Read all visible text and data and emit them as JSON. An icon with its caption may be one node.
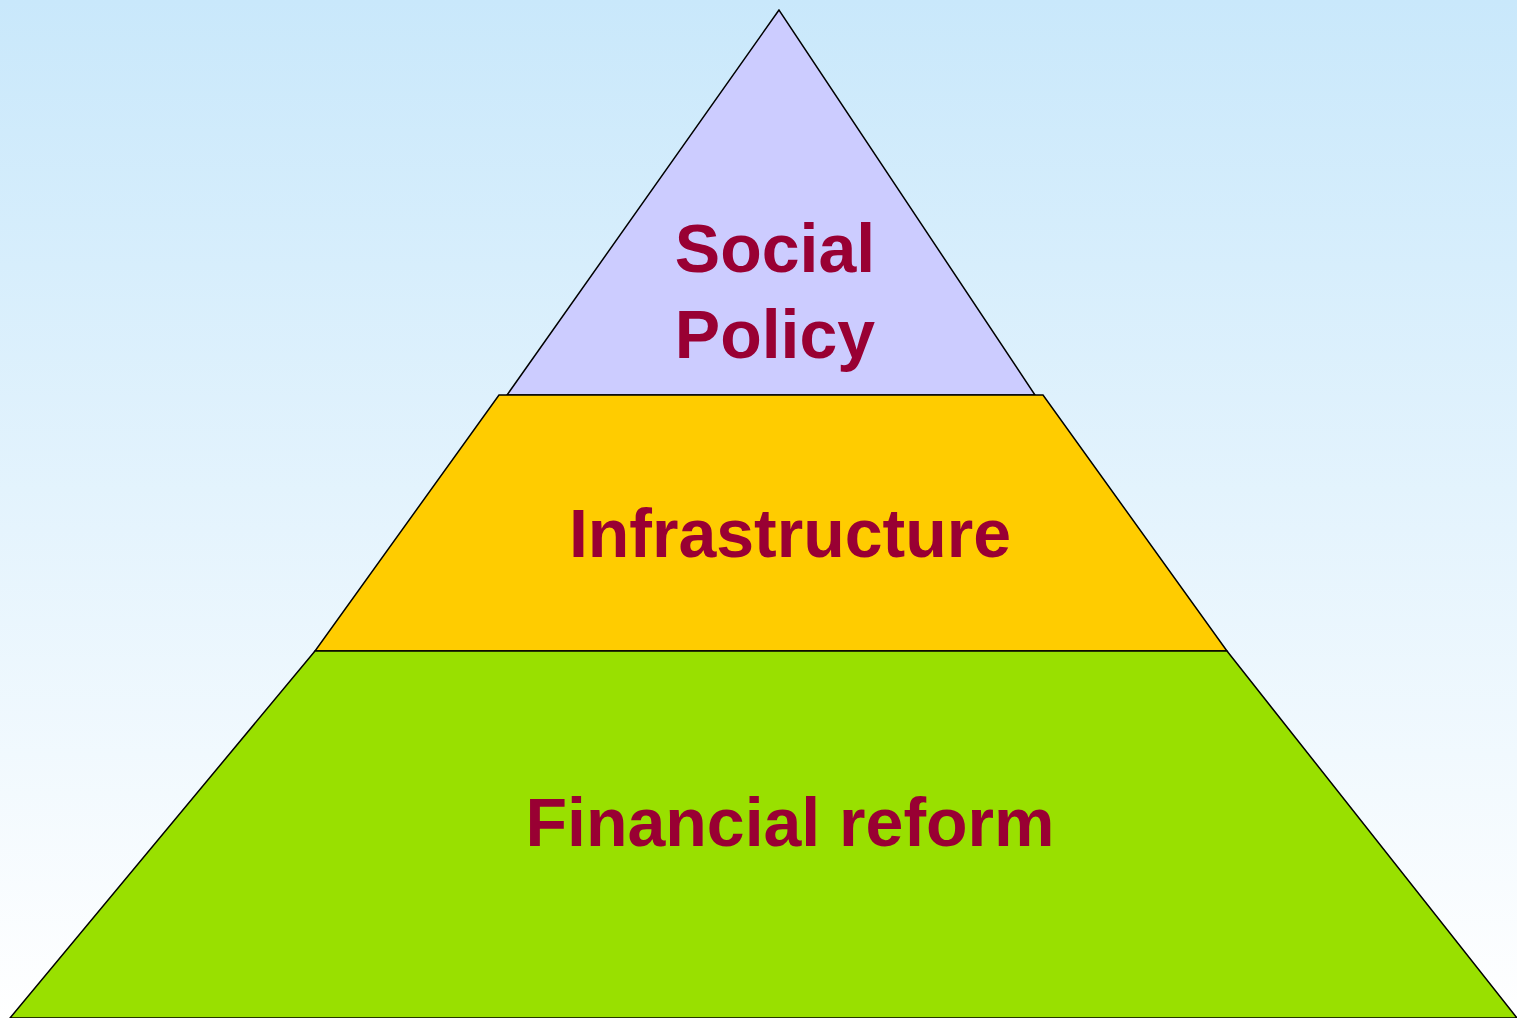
{
  "diagram": {
    "nodes": [
      {
        "text": [
          "Social Policy"
        ]
      },
      {
        "text": [
          "Infrastructure"
        ]
      },
      {
        "text": [
          "Financial reform"
        ]
      }
    ]
  }
}
